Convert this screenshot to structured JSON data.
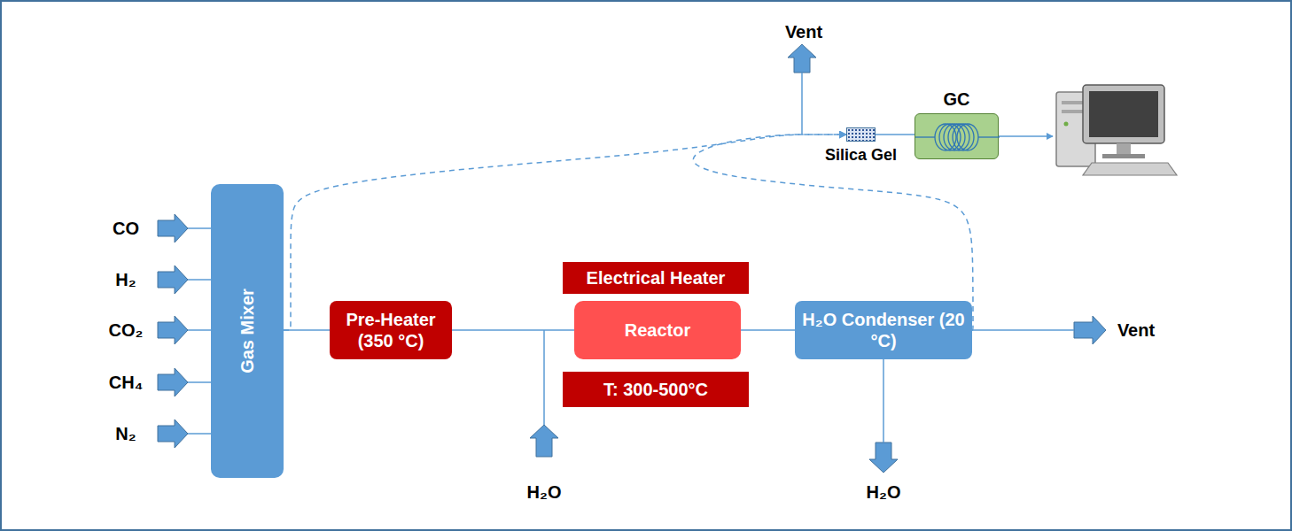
{
  "diagram": {
    "nodes": [
      {
        "text": [
          "Gas Mixer"
        ]
      },
      {
        "text": [
          "Pre-Heater (350 °C)"
        ]
      },
      {
        "text": [
          "Electrical Heater"
        ]
      },
      {
        "text": [
          "Reactor"
        ]
      },
      {
        "text": [
          "T: 300-500°C"
        ]
      },
      {
        "text": [
          "H₂O Condenser (20 °C)"
        ]
      },
      {
        "text": [
          "GC"
        ]
      },
      {
        "text": [
          "Silica Gel"
        ]
      }
    ],
    "edges": [
      {
        "from": 0,
        "to": 1,
        "arrow": "none"
      },
      {
        "from": 1,
        "to": 3,
        "arrow": "none"
      },
      {
        "from": 3,
        "to": 5,
        "arrow": "none"
      },
      {
        "from": 0,
        "to": 7,
        "arrow": "to"
      },
      {
        "from": 5,
        "to": 7,
        "arrow": "to"
      },
      {
        "from": 7,
        "to": 6,
        "arrow": "none"
      }
    ],
    "labels": [
      "CO",
      "H₂",
      "CO₂",
      "CH₄",
      "N₂",
      "Vent",
      "H₂O",
      "H₂O",
      "Vent"
    ]
  }
}
